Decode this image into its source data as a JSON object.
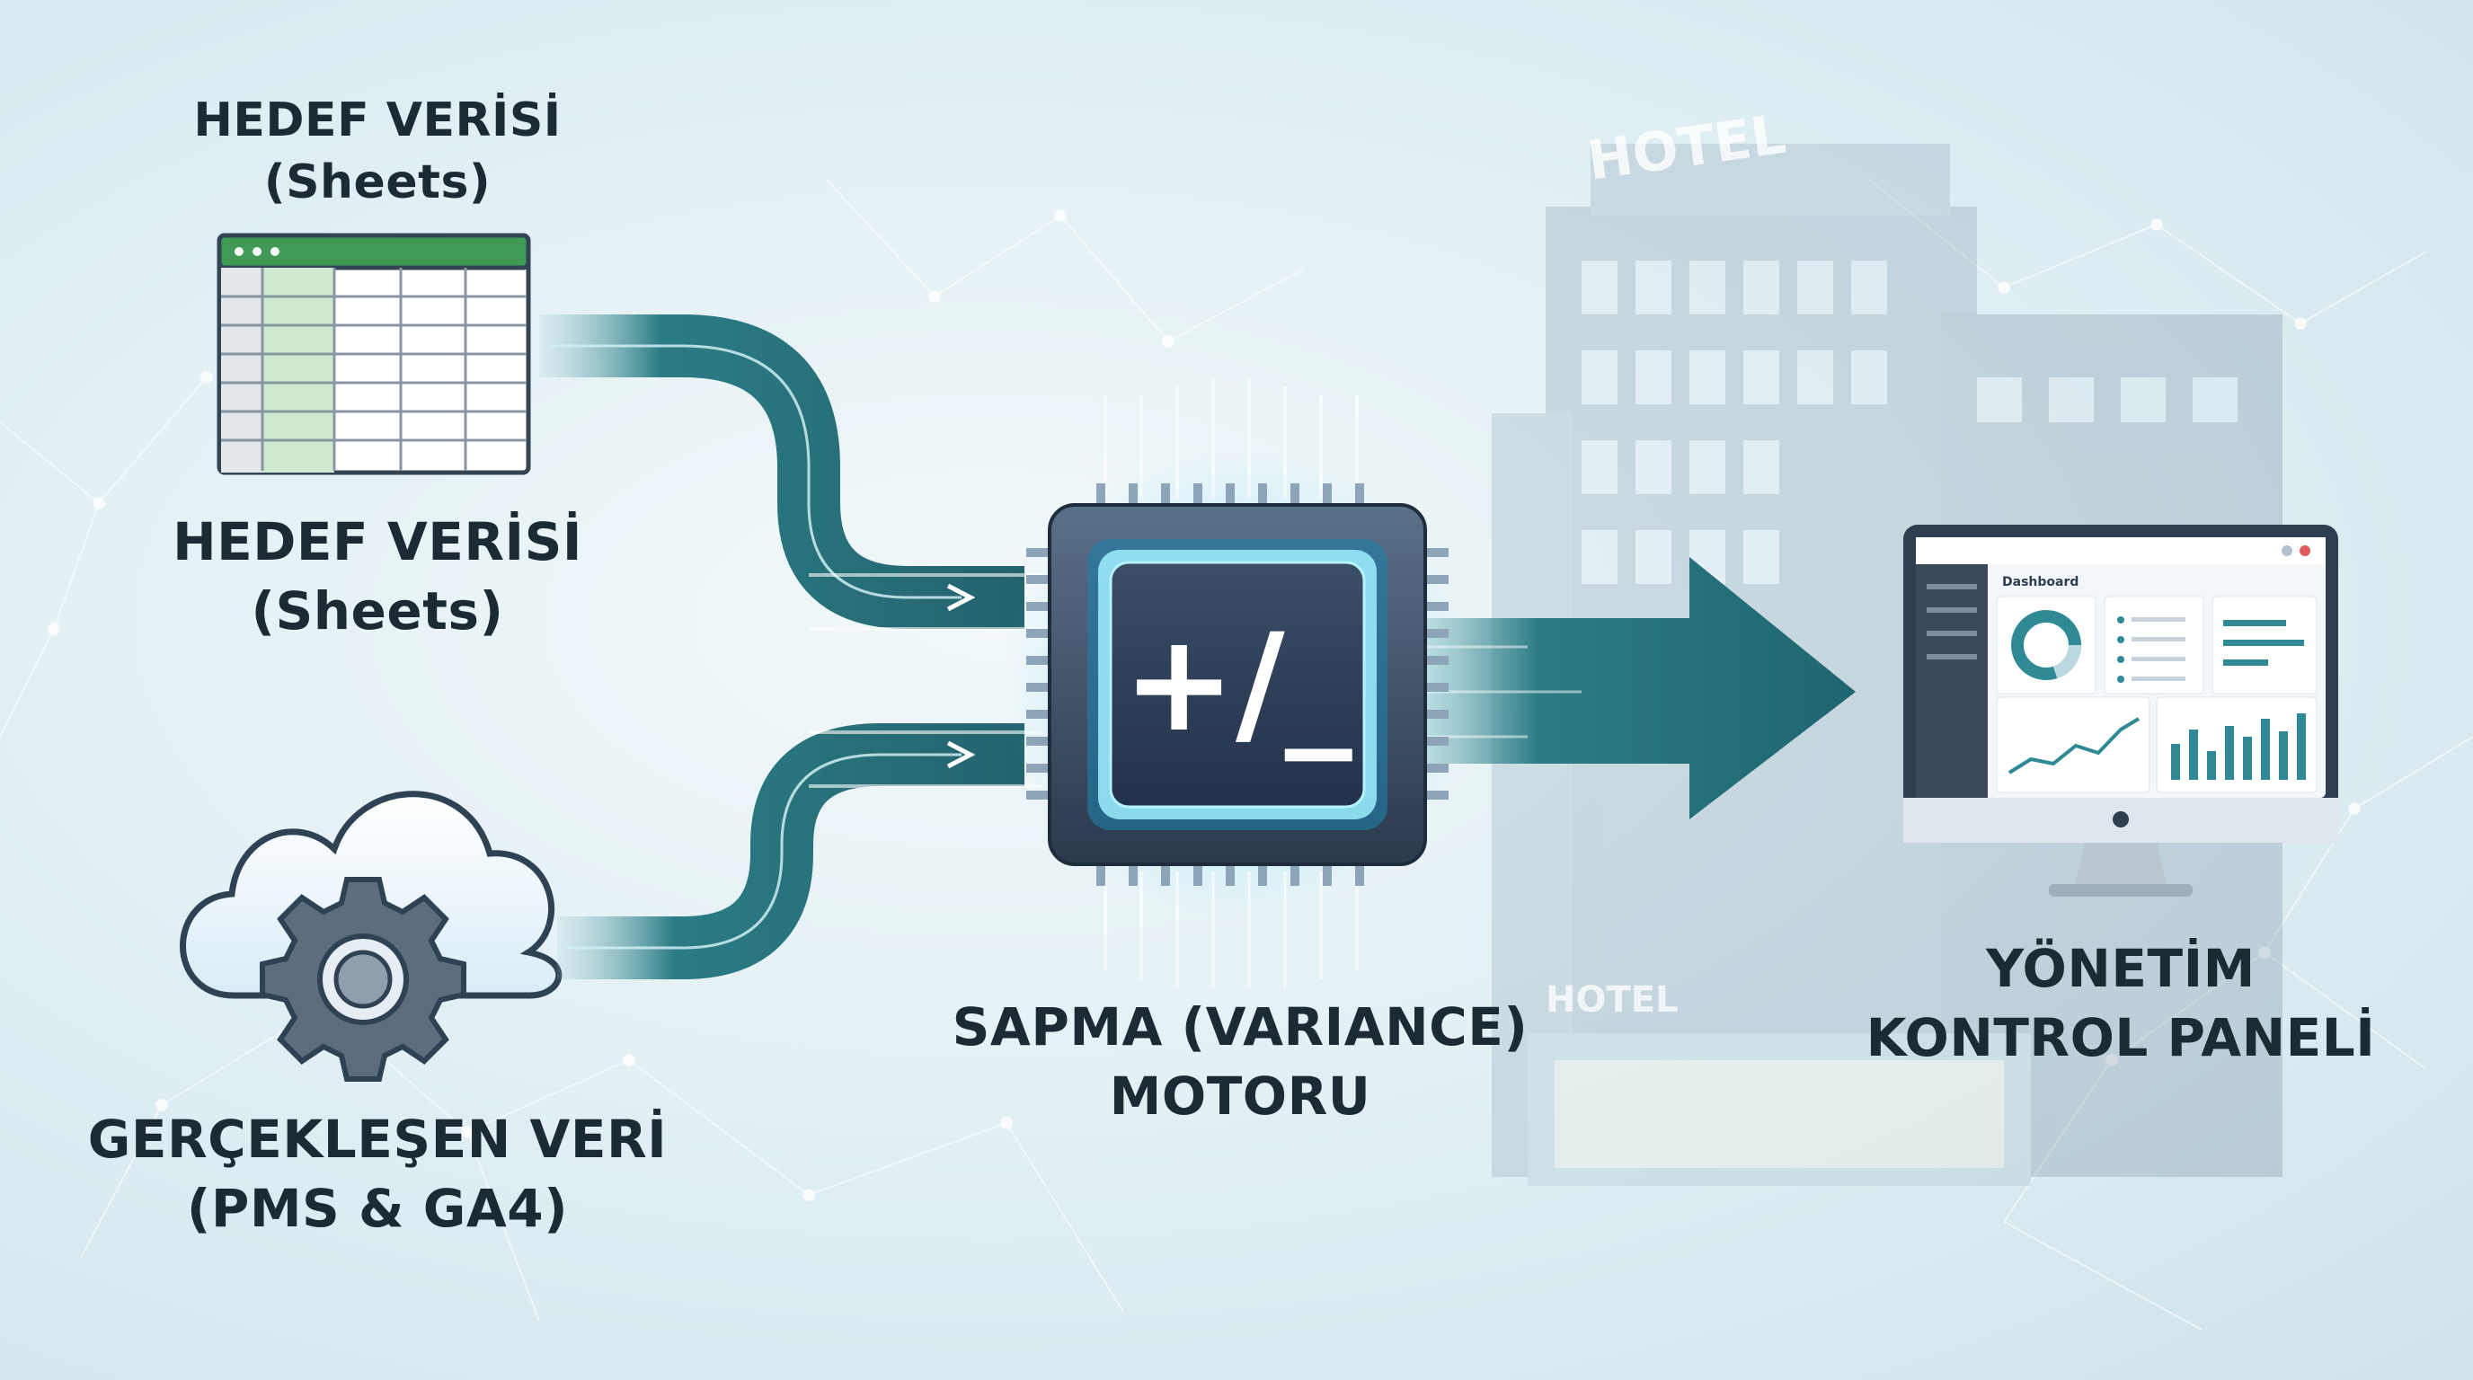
{
  "source_top": {
    "line1": "HEDEF VERİSİ",
    "line2": "(Sheets)"
  },
  "source_mid": {
    "line1": "HEDEF VERİSİ",
    "line2": "(Sheets)"
  },
  "source_bottom": {
    "line1": "GERÇEKLEŞEN VERİ",
    "line2": "(PMS & GA4)"
  },
  "engine": {
    "symbol": "+/_",
    "line1": "SAPMA (VARIANCE)",
    "line2": "MOTORU"
  },
  "output": {
    "line1": "YÖNETİM",
    "line2": "KONTROL PANELİ"
  },
  "dashboard": {
    "title": "Dashboard"
  },
  "hotel_signs": {
    "top": "HOTEL",
    "bottom": "HOTEL"
  },
  "colors": {
    "flow": "#2b7c85",
    "flow_dark": "#1f5d68",
    "sheet_green": "#3e9a55",
    "chip": "#2f4156",
    "text": "#1b2a33"
  }
}
